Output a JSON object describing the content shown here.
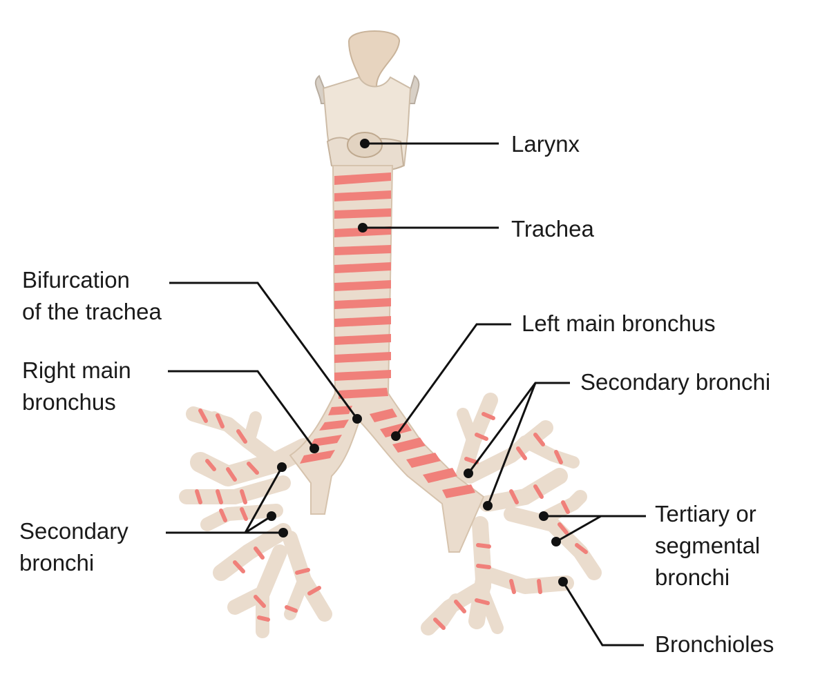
{
  "labels": {
    "larynx": "Larynx",
    "trachea": "Trachea",
    "bifurcation": {
      "line1": "Bifurcation",
      "line2": "of the trachea"
    },
    "left_main_bronchus": "Left main bronchus",
    "right_main_bronchus": {
      "line1": "Right main",
      "line2": "bronchus"
    },
    "secondary_bronchi_right": "Secondary bronchi",
    "secondary_bronchi_left": {
      "line1": "Secondary",
      "line2": "bronchi"
    },
    "tertiary": {
      "line1": "Tertiary or",
      "line2": "segmental",
      "line3": "bronchi"
    },
    "bronchioles": "Bronchioles"
  },
  "colors": {
    "cartilage": "#eadccd",
    "cartilage_shadow": "#d8c6b2",
    "tissue": "#f0807a",
    "leader": "#111111",
    "text": "#1a1a1a"
  }
}
